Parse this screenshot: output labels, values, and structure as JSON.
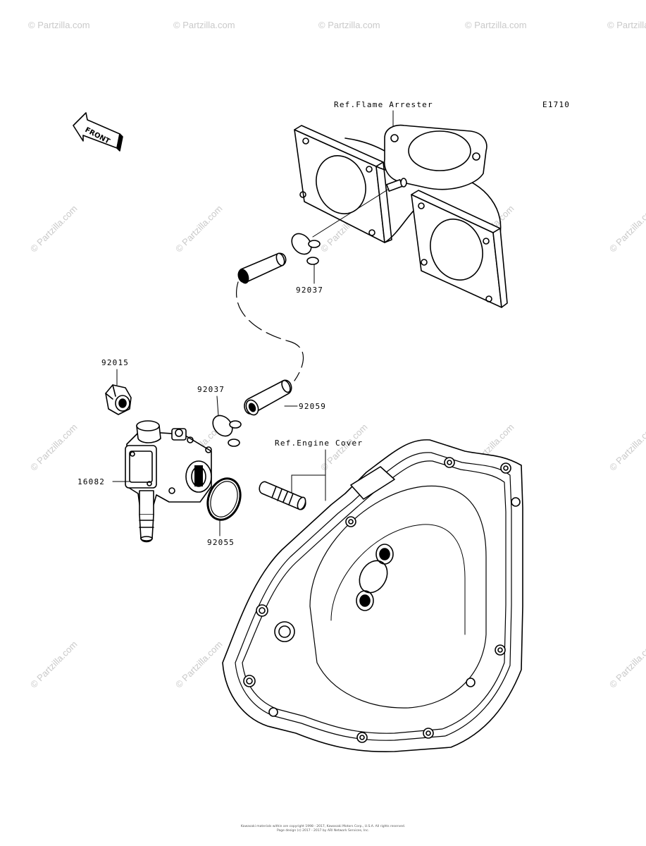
{
  "diagram_code": "E1710",
  "front_label": "FRONT",
  "references": {
    "flame_arrester": "Ref.Flame Arrester",
    "engine_cover": "Ref.Engine Cover"
  },
  "parts": [
    {
      "id": "part-92037-top",
      "number": "92037"
    },
    {
      "id": "part-92015",
      "number": "92015"
    },
    {
      "id": "part-92037-mid",
      "number": "92037"
    },
    {
      "id": "part-92059",
      "number": "92059"
    },
    {
      "id": "part-16082",
      "number": "16082"
    },
    {
      "id": "part-92055",
      "number": "92055"
    }
  ],
  "watermark": "© Partzilla.com",
  "footer": {
    "line1": "Kawasaki materials within are copyright 1998 - 2017, Kawasaki Motors Corp., U.S.A. All rights reserved.",
    "line2": "Page design (c) 2017 - 2017 by ARI Network Services, Inc."
  }
}
